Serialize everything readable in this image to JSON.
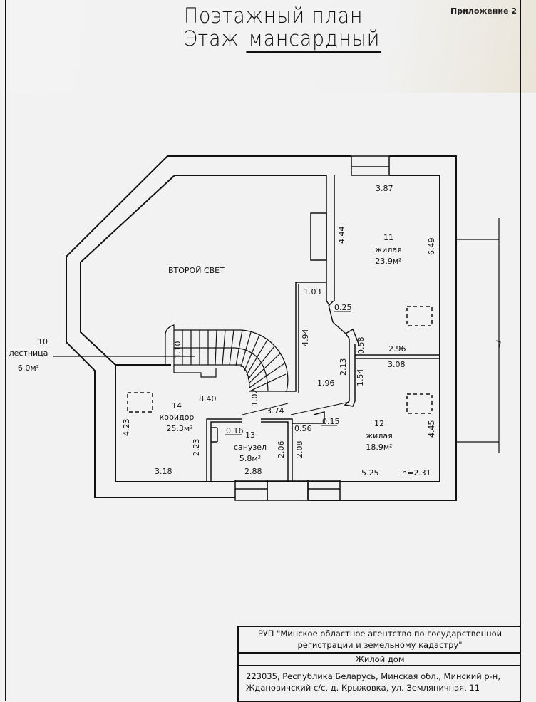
{
  "document": {
    "appendix": "Приложение 2",
    "title_line1": "Поэтажный план",
    "title_line2_prefix": "Этаж",
    "title_line2_value": "мансардный"
  },
  "plan": {
    "void_label": "ВТОРОЙ СВЕТ",
    "rooms": [
      {
        "number": "10",
        "name": "лестница",
        "area": "6.0м²"
      },
      {
        "number": "11",
        "name": "жилая",
        "area": "23.9м²"
      },
      {
        "number": "12",
        "name": "жилая",
        "area": "18.9м²"
      },
      {
        "number": "13",
        "name": "санузел",
        "area": "5.8м²"
      },
      {
        "number": "14",
        "name": "коридор",
        "area": "25.3м²"
      }
    ],
    "dimensions": {
      "room11_top": "3.87",
      "room11_left": "4.44",
      "room11_right": "6.49",
      "room11_bottom": "2.96",
      "room12_top": "3.08",
      "room12_right": "4.45",
      "room12_bottom": "5.25",
      "ceiling_height": "h=2.31",
      "d_103": "1.03",
      "d_025": "0.25",
      "d_494": "4.94",
      "d_058": "0.58",
      "d_213": "2.13",
      "d_154": "1.54",
      "d_196": "1.96",
      "stair_width": "1.10",
      "corridor_840": "8.40",
      "d_102": "1.02",
      "d_374": "3.74",
      "d_015": "0.15",
      "d_056": "0.56",
      "d_016": "0.16",
      "corridor_left": "4.23",
      "corridor_223": "2.23",
      "corridor_bottom": "3.18",
      "wc_right": "2.06",
      "wc_208": "2.08",
      "wc_bottom": "2.88"
    }
  },
  "stamp": {
    "org_line1": "РУП \"Минское областное агентство по государственной",
    "org_line2": "регистрации и земельному кадастру\"",
    "building_type": "Жилой дом",
    "address_line1": "223035, Республика Беларусь, Минская обл., Минский р-н,",
    "address_line2": "Ждановичский с/с, д. Крыжовка, ул. Земляничная, 11"
  }
}
